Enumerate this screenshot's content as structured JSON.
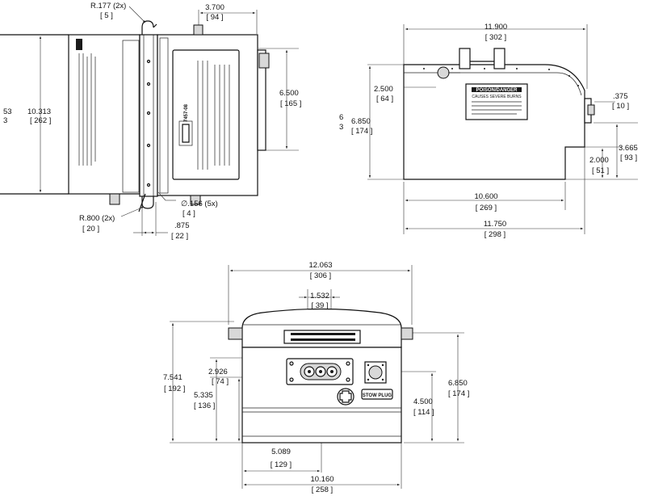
{
  "dimensions": {
    "side_radius_top": "R.177 (2x)",
    "side_radius_top_mm": "[ 5 ]",
    "side_plug_w": "3.700",
    "side_plug_w_mm": "[ 94 ]",
    "side_height": "10.313",
    "side_height_mm": "[ 262 ]",
    "side_cutoff": "53",
    "side_cutoff_mm": "3",
    "side_box_h": "6.500",
    "side_box_h_mm": "[ 165 ]",
    "side_hole": "∅.156  (5x)",
    "side_hole_mm": "[ 4 ]",
    "side_radius_bottom": "R.800  (2x)",
    "side_radius_bottom_mm": "[ 20 ]",
    "side_flange": ".875",
    "side_flange_mm": "[ 22 ]",
    "front_width": "11.900",
    "front_width_mm": "[ 302 ]",
    "front_boss": "2.500",
    "front_boss_mm": "[ 64 ]",
    "front_height": "6.850",
    "front_height_mm": "[ 174 ]",
    "front_cutoff_a": "6",
    "front_cutoff_b": "3",
    "front_tab": ".375",
    "front_tab_mm": "[ 10 ]",
    "front_step_total": "3.665",
    "front_step_total_mm": "[ 93 ]",
    "front_step": "2.000",
    "front_step_mm": "[ 51 ]",
    "front_base": "10.600",
    "front_base_mm": "[ 269 ]",
    "front_overall": "11.750",
    "front_overall_mm": "[ 298 ]",
    "end_width": "12.063",
    "end_width_mm": "[ 306 ]",
    "end_conn": "1.532",
    "end_conn_mm": "[ 39 ]",
    "end_total_h": "7.541",
    "end_total_h_mm": "[ 192 ]",
    "end_conn_h": "2.926",
    "end_conn_h_mm": "[ 74 ]",
    "end_mid_h": "5.335",
    "end_mid_h_mm": "[ 136 ]",
    "end_body_h": "6.850",
    "end_body_h_mm": "[ 174 ]",
    "end_plug_h": "4.500",
    "end_plug_h_mm": "[ 114 ]",
    "end_offset": "5.089",
    "end_offset_mm": "[ 129 ]",
    "end_base": "10.160",
    "end_base_mm": "[ 258 ]"
  },
  "labels": {
    "model": "7457-08",
    "warning_title": "POISON/DANGER",
    "warning_sub": "CAUSES SEVERE BURNS",
    "stow_plug": "STOW PLUG"
  }
}
